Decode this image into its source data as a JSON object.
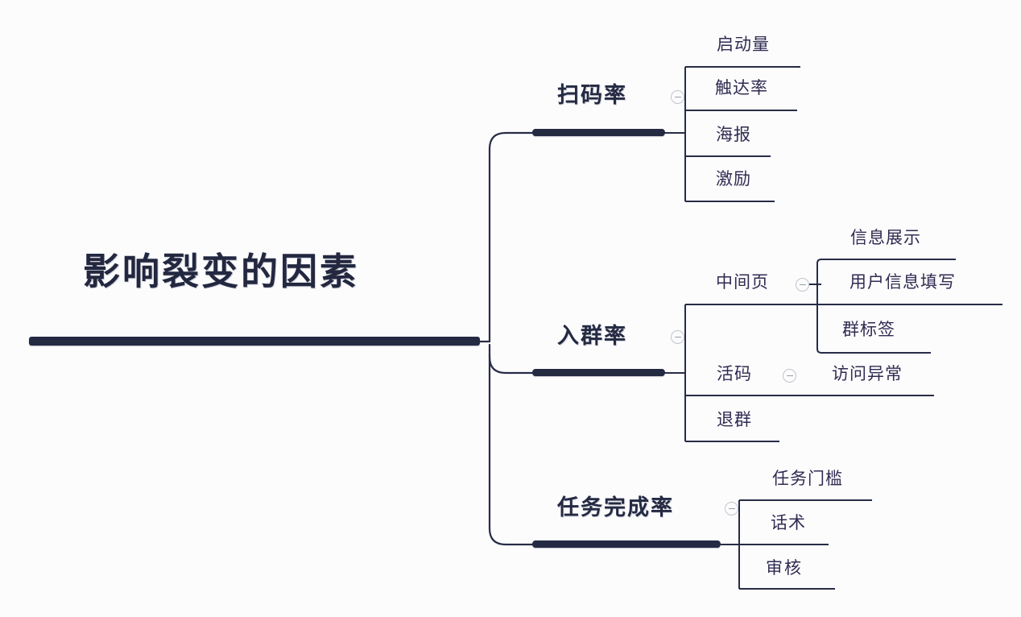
{
  "diagram": {
    "type": "mindmap",
    "orientation": "left-to-right",
    "background_color": "#fcfcfd",
    "root_color": "#242a42",
    "branch_color": "#242a42",
    "leaf_text_color": "#302c52",
    "connector_color": "#272c46",
    "toggle_icon_name": "collapse-minus-icon",
    "root": {
      "label": "影响裂变的因素"
    },
    "branches": [
      {
        "label": "扫码率",
        "has_toggle": true,
        "children": [
          {
            "label": "启动量",
            "has_toggle": false,
            "children": []
          },
          {
            "label": "触达率",
            "has_toggle": false,
            "children": []
          },
          {
            "label": "海报",
            "has_toggle": false,
            "children": []
          },
          {
            "label": "激励",
            "has_toggle": false,
            "children": []
          }
        ]
      },
      {
        "label": "入群率",
        "has_toggle": true,
        "children": [
          {
            "label": "中间页",
            "has_toggle": true,
            "children": [
              {
                "label": "信息展示"
              },
              {
                "label": "用户信息填写"
              },
              {
                "label": "群标签"
              }
            ]
          },
          {
            "label": "活码",
            "has_toggle": true,
            "children": [
              {
                "label": "访问异常"
              }
            ]
          },
          {
            "label": "退群",
            "has_toggle": false,
            "children": []
          }
        ]
      },
      {
        "label": "任务完成率",
        "has_toggle": true,
        "children": [
          {
            "label": "任务门槛",
            "has_toggle": false,
            "children": []
          },
          {
            "label": "话术",
            "has_toggle": false,
            "children": []
          },
          {
            "label": "审核",
            "has_toggle": false,
            "children": []
          }
        ]
      }
    ]
  }
}
